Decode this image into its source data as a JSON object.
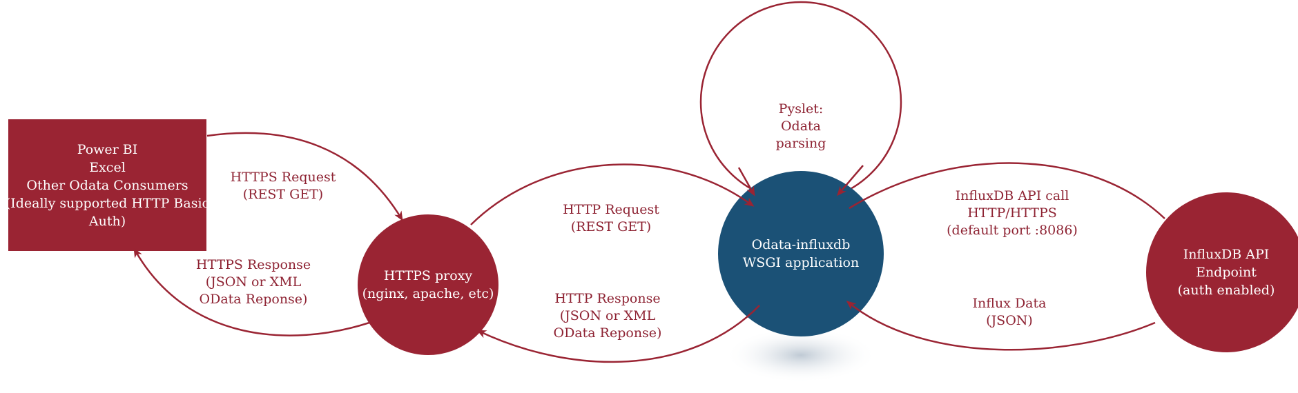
{
  "colors": {
    "red": "#9a2433",
    "blue": "#1b5176",
    "arrow": "#9a2433",
    "label": "#8e2333"
  },
  "nodes": {
    "consumers": {
      "lines": [
        "Power BI",
        "Excel",
        "Other Odata Consumers",
        "(Ideally supported HTTP Basic",
        "Auth)"
      ]
    },
    "proxy": {
      "lines": [
        "HTTPS proxy",
        "(nginx, apache, etc)"
      ]
    },
    "app": {
      "lines": [
        "Odata-influxdb",
        "WSGI application"
      ]
    },
    "influx": {
      "lines": [
        "InfluxDB API",
        "Endpoint",
        "(auth enabled)"
      ]
    },
    "pyslet": {
      "lines": [
        "Pyslet:",
        "Odata",
        "parsing"
      ]
    }
  },
  "edges": {
    "https_request": {
      "lines": [
        "HTTPS Request",
        "(REST GET)"
      ]
    },
    "https_response": {
      "lines": [
        "HTTPS Response",
        "(JSON or XML",
        "OData Reponse)"
      ]
    },
    "http_request": {
      "lines": [
        "HTTP Request",
        "(REST GET)"
      ]
    },
    "http_response": {
      "lines": [
        "HTTP Response",
        "(JSON or XML",
        "OData Reponse)"
      ]
    },
    "influx_call": {
      "lines": [
        "InfluxDB API call",
        "HTTP/HTTPS",
        "(default port :8086)"
      ]
    },
    "influx_data": {
      "lines": [
        "Influx Data",
        "(JSON)"
      ]
    }
  }
}
